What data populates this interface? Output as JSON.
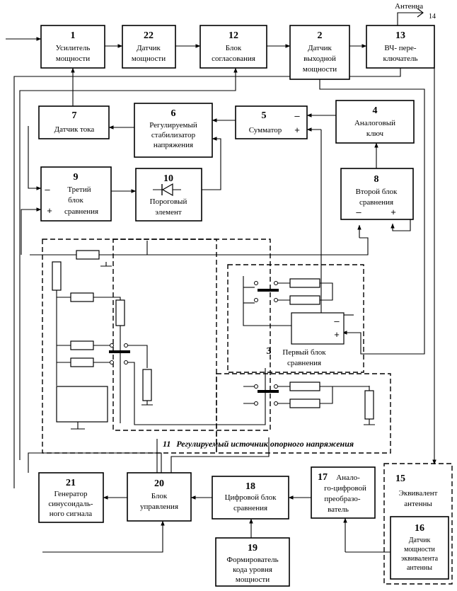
{
  "blocks": {
    "b1": {
      "num": "1",
      "lines": [
        "Усилитель",
        "мощности"
      ]
    },
    "b22": {
      "num": "22",
      "lines": [
        "Датчик",
        "мощности"
      ]
    },
    "b12": {
      "num": "12",
      "lines": [
        "Блок",
        "согласования"
      ]
    },
    "b2": {
      "num": "2",
      "lines": [
        "Датчик",
        "выходной",
        "мощности"
      ]
    },
    "b13": {
      "num": "13",
      "lines": [
        "ВЧ- пере-",
        "ключатель"
      ]
    },
    "b7": {
      "num": "7",
      "lines": [
        "Датчик тока"
      ]
    },
    "b6": {
      "num": "6",
      "lines": [
        "Регулируемый",
        "стабилизатор",
        "напряжения"
      ]
    },
    "b5": {
      "num": "5",
      "lines": [
        "Сумматор"
      ]
    },
    "b4": {
      "num": "4",
      "lines": [
        "Аналоговый",
        "ключ"
      ]
    },
    "b9": {
      "num": "9",
      "lines": [
        "Третий",
        "блок",
        "сравнения"
      ]
    },
    "b10": {
      "num": "10",
      "lines": [
        "Пороговый",
        "элемент"
      ]
    },
    "b8": {
      "num": "8",
      "lines": [
        "Второй блок",
        "сравнения"
      ]
    },
    "b21": {
      "num": "21",
      "lines": [
        "Генератор",
        "синусоидаль-",
        "ного сигнала"
      ]
    },
    "b20": {
      "num": "20",
      "lines": [
        "Блок",
        "управления"
      ]
    },
    "b18": {
      "num": "18",
      "lines": [
        "Цифровой блок",
        "сравнения"
      ]
    },
    "b17": {
      "num": "17",
      "lines": [
        "Анало-",
        "го-цифровой",
        "преобразо-",
        "ватель"
      ]
    },
    "b15": {
      "num": "15",
      "lines": [
        "Эквивалент",
        "антенны"
      ]
    },
    "b16": {
      "num": "16",
      "lines": [
        "Датчик",
        "мощности",
        "эквивалента",
        "антенны"
      ]
    },
    "b19": {
      "num": "19",
      "lines": [
        "Формирователь",
        "кода уровня",
        "мощности"
      ]
    }
  },
  "antenna": {
    "label": "Антенна",
    "num": "14"
  },
  "group3": {
    "num": "3",
    "lines": [
      "Первый блок",
      "сравнения"
    ]
  },
  "group11": {
    "num": "11",
    "caption": "Регулируемый источник опорного напряжения"
  },
  "signs": {
    "minus": "–",
    "plus": "+"
  }
}
